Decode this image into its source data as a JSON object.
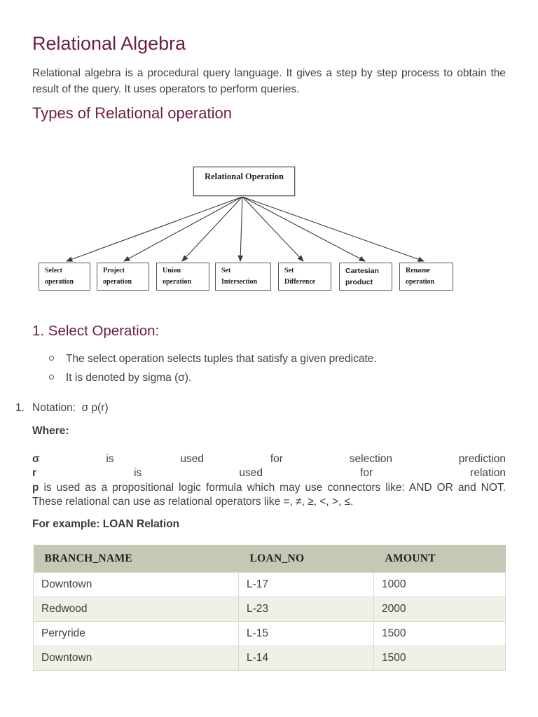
{
  "page": {
    "title": "Relational Algebra",
    "intro": "Relational algebra is a procedural query language. It gives a step by step process to obtain the result of the query. It uses operators to perform queries.",
    "types_heading": "Types of Relational operation",
    "select_heading": "1. Select Operation:"
  },
  "colors": {
    "heading": "#6e1c46",
    "body_text": "#414141",
    "table_header_bg": "#c5c8b5",
    "table_alt_row_bg": "#eff0e6",
    "diagram_border": "#585858"
  },
  "diagram": {
    "root": "Relational Operation",
    "children": [
      {
        "line1": "Select",
        "line2": "operation"
      },
      {
        "line1": "Project",
        "line2": "operation"
      },
      {
        "line1": "Union",
        "line2": "operation"
      },
      {
        "line1": "Set",
        "line2": "Intersection"
      },
      {
        "line1": "Set",
        "line2": "Difference"
      },
      {
        "line1": "Cartesian",
        "line2": "product"
      },
      {
        "line1": "Rename",
        "line2": "operation"
      }
    ]
  },
  "select_section": {
    "bullets": [
      "The select operation selects tuples that satisfy a given predicate.",
      "It is denoted by sigma (σ)."
    ],
    "notation_number": "1.",
    "notation_text": "Notation:  σ p(r)",
    "where_label": "Where:",
    "sigma_row": [
      "σ",
      "is",
      "used",
      "for",
      "selection",
      "prediction"
    ],
    "r_row": [
      "r",
      "is",
      "used",
      "for",
      "relation"
    ],
    "p_lead": "p",
    "p_rest": " is used as a propositional logic formula which may use connectors like: AND OR and NOT. These relational can use as relational operators like =, ≠, ≥, <, >, ≤.",
    "example_label": "For example: LOAN Relation"
  },
  "table": {
    "headers": [
      "BRANCH_NAME",
      "LOAN_NO",
      "AMOUNT"
    ],
    "rows": [
      [
        "Downtown",
        "L-17",
        "1000"
      ],
      [
        "Redwood",
        "L-23",
        "2000"
      ],
      [
        "Perryride",
        "L-15",
        "1500"
      ],
      [
        "Downtown",
        "L-14",
        "1500"
      ]
    ]
  }
}
